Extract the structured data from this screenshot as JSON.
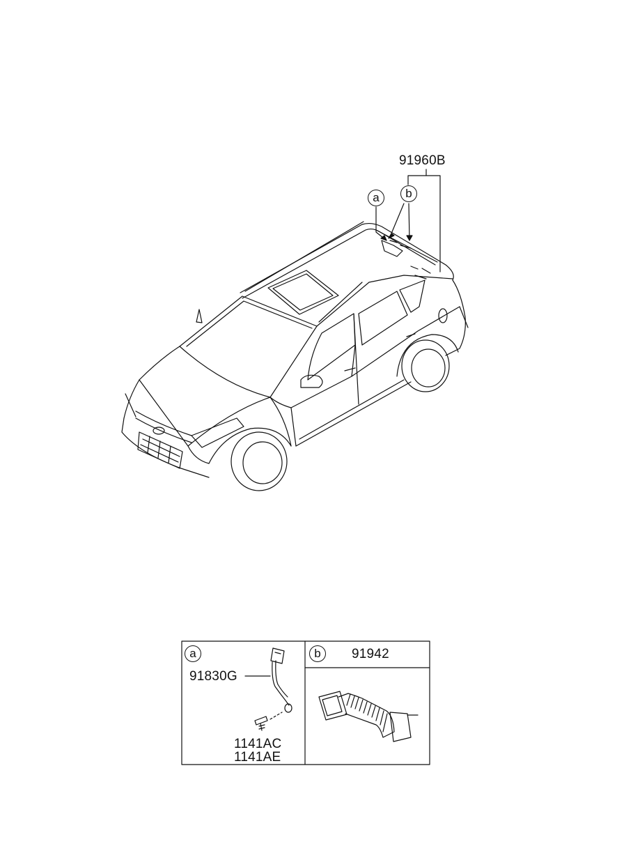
{
  "callouts": {
    "main_part": "91960B",
    "ref_a": "a",
    "ref_b": "b"
  },
  "detail_a": {
    "ref": "a",
    "wiring_part": "91830G",
    "screw_part_1": "1141AC",
    "screw_part_2": "1141AE"
  },
  "detail_b": {
    "ref": "b",
    "part": "91942"
  },
  "colors": {
    "line": "#111111",
    "background": "#ffffff"
  }
}
